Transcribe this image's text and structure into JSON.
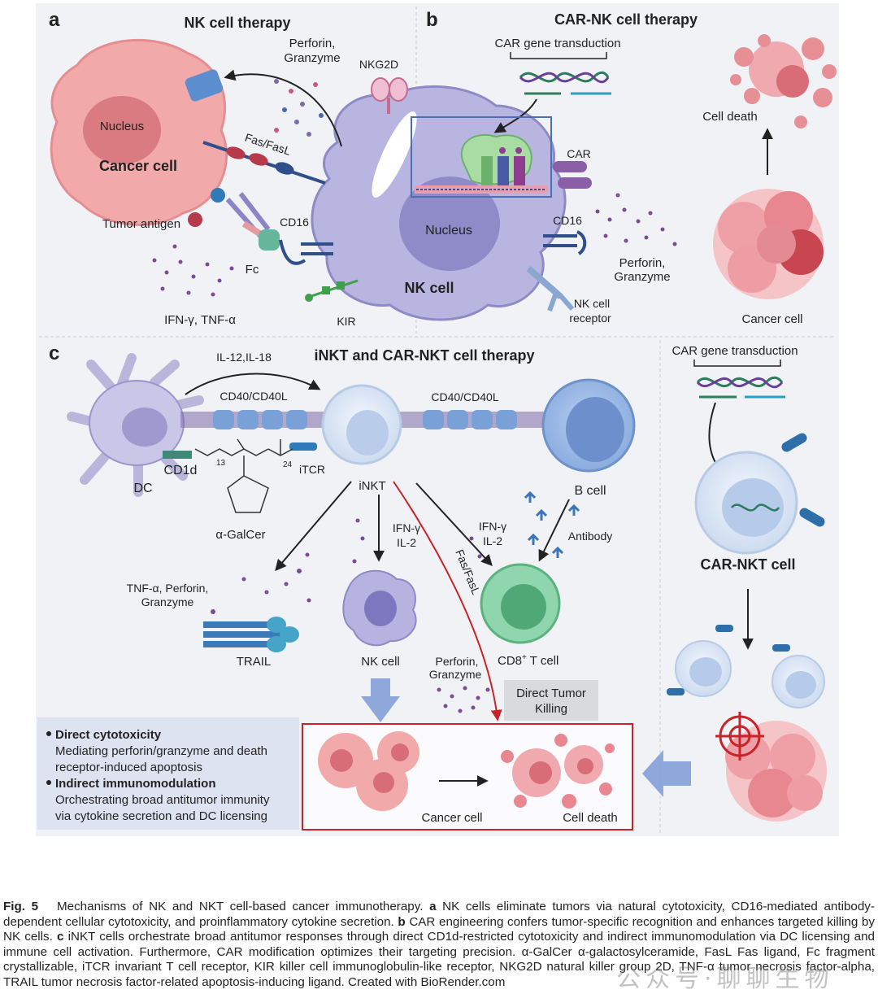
{
  "panel_a": {
    "letter": "a",
    "title": "NK cell therapy",
    "perforin": "Perforin,",
    "granzyme": "Granzyme",
    "nkg2d": "NKG2D",
    "nucleus": "Nucleus",
    "cancer_cell": "Cancer cell",
    "fas": "Fas/FasL",
    "tumor_antigen": "Tumor antigen",
    "cd16": "CD16",
    "fc": "Fc",
    "ifn": "IFN-γ, TNF-α",
    "kir": "KIR",
    "nk_nucleus": "Nucleus",
    "nk_cell": "NK cell"
  },
  "panel_b": {
    "letter": "b",
    "title": "CAR-NK cell therapy",
    "transduction": "CAR gene transduction",
    "car": "CAR",
    "cd16": "CD16",
    "perforin": "Perforin,",
    "granzyme": "Granzyme",
    "nk_receptor_1": "NK cell",
    "nk_receptor_2": "receptor",
    "cell_death": "Cell death",
    "cancer_cell": "Cancer cell"
  },
  "panel_c": {
    "letter": "c",
    "title": "iNKT and CAR-NKT cell therapy",
    "il": "IL-12,IL-18",
    "cd40_left": "CD40/CD40L",
    "cd40_right": "CD40/CD40L",
    "transduction": "CAR gene transduction",
    "cd1d": "CD1d",
    "dc": "DC",
    "itcr": "iTCR",
    "inkt": "iNKT",
    "sub13": "13",
    "sub24": "24",
    "galcer": "α-GalCer",
    "b_cell": "B cell",
    "antibody": "Antibody",
    "car_nkt": "CAR-NKT cell",
    "ifn_mid_1": "IFN-γ",
    "ifn_mid_2": "IL-2",
    "ifn_right_1": "IFN-γ",
    "ifn_right_2": "IL-2",
    "fas": "Fas/FasL",
    "tnf_1": "TNF-α, Perforin,",
    "tnf_2": "Granzyme",
    "trail": "TRAIL",
    "nk_cell": "NK cell",
    "cd8": "CD8",
    "cd8_sup": "+",
    "cd8_rest": " T cell",
    "perforin": "Perforin,",
    "granzyme": "Granzyme",
    "direct_1": "Direct Tumor",
    "direct_2": "Killing",
    "bullet1_title": "Direct cytotoxicity",
    "bullet1_l1": "Mediating perforin/granzyme and death",
    "bullet1_l2": "receptor-induced apoptosis",
    "bullet2_title": "Indirect immunomodulation",
    "bullet2_l1": "Orchestrating broad antitumor immunity",
    "bullet2_l2": "via cytokine secretion and DC licensing",
    "cancer_cell": "Cancer cell",
    "cell_death": "Cell death"
  },
  "caption": {
    "fig_label": "Fig. 5",
    "title": "Mechanisms of NK and NKT cell-based cancer immunotherapy.",
    "a_letter": "a",
    "a_text": "NK cells eliminate tumors via natural cytotoxicity, CD16-mediated antibody-dependent cellular cytotoxicity, and proinflammatory cytokine secretion.",
    "b_letter": "b",
    "b_text": "CAR engineering confers tumor-specific recognition and enhances targeted killing by NK cells.",
    "c_letter": "c",
    "c_text": "iNKT cells orchestrate broad antitumor responses through direct CD1d-restricted cytotoxicity and indirect immunomodulation via DC licensing and immune cell activation. Furthermore, CAR modification optimizes their targeting precision. α-GalCer α-galactosylceramide, FasL Fas ligand, Fc fragment crystallizable, iTCR invariant T cell receptor, KIR killer cell immunoglobulin-like receptor, NKG2D natural killer group 2D, TNF-α tumor necrosis factor-alpha, TRAIL tumor necrosis factor-related apoptosis-inducing ligand. Created with BioRender.com"
  },
  "watermark": "公众号·聊聊生物"
}
